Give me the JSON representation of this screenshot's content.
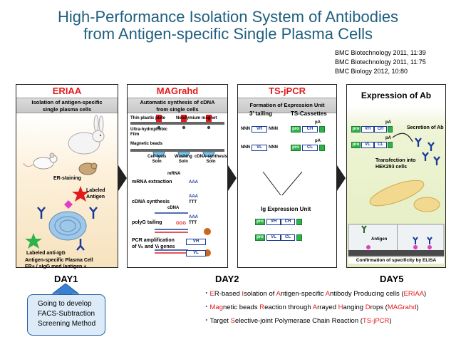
{
  "title": {
    "line1": "High-Performance Isolation System of Antibodies",
    "line2": "from Antigen-specific Single Plasma Cells"
  },
  "references": [
    "BMC Biotechnology 2011, 11:39",
    "BMC Biotechnology 2011, 11:75",
    "BMC Biology 2012, 10:80"
  ],
  "panels": {
    "eriaa": {
      "title": "ERIAA",
      "subtitle_l1": "Isolation of antigen-specific",
      "subtitle_l2": "single plasma cells",
      "er_staining": "ER-staining",
      "labeled_antigen_l1": "Labeled",
      "labeled_antigen_l2": "Antigen",
      "labeled_antiigg": "Labeled anti-IgG",
      "cell_l1": "Antigen-specific Plasma Cell",
      "cell_l2": "ER+ / sIgG med /antigen +"
    },
    "magrahd": {
      "title": "MAGrahd",
      "subtitle_l1": "Automatic synthesis of cDNA",
      "subtitle_l2": "from single cells",
      "thin_plate": "Thin plastic plate",
      "neo_magnet": "Neodymium magnet",
      "ultra_film_l1": "Ultra-hydrophobic",
      "ultra_film_l2": "Film",
      "magnetic_beads": "Magnetic beads",
      "cell_lysis_l1": "Cell-lysis",
      "cell_lysis_l2": "Soln",
      "washing_l1": "Washing",
      "washing_l2": "Soln",
      "cdna_soln_l1": "cDNA-synthesis",
      "cdna_soln_l2": "Soln",
      "mrna_extraction": "mRNA extraction",
      "mrna": "mRNA",
      "aaa": "AAA",
      "cdna_synthesis": "cDNA synthesis",
      "cdna": "cDNA",
      "ttt": "TTT",
      "polyg_tailing": "polyG tailing",
      "ggg": "GGG",
      "pcr_l1": "PCR amplification",
      "pcr_l2": "of Vₕ and Vₗ genes",
      "vh": "VH",
      "vl": "VL"
    },
    "tsjpcr": {
      "title": "TS-jPCR",
      "subtitle": "Formation of Expression Unit",
      "three_tailing": "3’ tailing",
      "ts_cassettes": "TS-Cassettes",
      "nnn": "NNN",
      "vh": "VH",
      "vl": "VL",
      "ch": "CH",
      "cl": "CL",
      "pa": "pA",
      "pro": "pro",
      "ig_unit": "Ig Expression Unit"
    },
    "expression": {
      "title": "Expression of Ab",
      "secretion": "Secretion of Ab",
      "transfection_l1": "Transfection into",
      "transfection_l2": "HEK293 cells",
      "antigen": "Antigen",
      "elisa": "Confirmation of specificity by ELISA",
      "vh": "VH",
      "ch": "CH",
      "vl": "VL",
      "cl": "CL",
      "pa": "pA",
      "pro": "pro"
    }
  },
  "days": [
    "DAY1",
    "DAY2",
    "DAY5"
  ],
  "callout": {
    "l1": "Going to develop",
    "l2": "FACS-Subtraction",
    "l3": "Screening Method"
  },
  "footnotes": [
    {
      "parts": [
        [
          "b",
          "・"
        ],
        [
          "r",
          "E"
        ],
        [
          "k",
          "R-based "
        ],
        [
          "r",
          "I"
        ],
        [
          "k",
          "solation of "
        ],
        [
          "r",
          "A"
        ],
        [
          "k",
          "ntigen-specific "
        ],
        [
          "r",
          "A"
        ],
        [
          "k",
          "ntibody Producing cells ("
        ],
        [
          "r",
          "ERIAA"
        ],
        [
          "k",
          ")"
        ]
      ]
    },
    {
      "parts": [
        [
          "b",
          "・"
        ],
        [
          "r",
          "Mag"
        ],
        [
          "k",
          "netic beads "
        ],
        [
          "r",
          "R"
        ],
        [
          "k",
          "eaction through "
        ],
        [
          "r",
          "A"
        ],
        [
          "k",
          "rrayed "
        ],
        [
          "r",
          "H"
        ],
        [
          "k",
          "anging "
        ],
        [
          "r",
          "D"
        ],
        [
          "k",
          "rops ("
        ],
        [
          "r",
          "MAGrahd"
        ],
        [
          "k",
          ")"
        ]
      ]
    },
    {
      "parts": [
        [
          "b",
          "・"
        ],
        [
          "k",
          "Target "
        ],
        [
          "r",
          "S"
        ],
        [
          "k",
          "elective-joint Polymerase Chain Reaction ("
        ],
        [
          "r",
          "TS-jPCR"
        ],
        [
          "k",
          ")"
        ]
      ]
    }
  ],
  "colors": {
    "title": "#1f5f7f",
    "accent_red": "#e31a1c",
    "green_arrow": "#2db34a",
    "blue": "#1a3a9a",
    "callout_fill": "#dcebf7"
  }
}
